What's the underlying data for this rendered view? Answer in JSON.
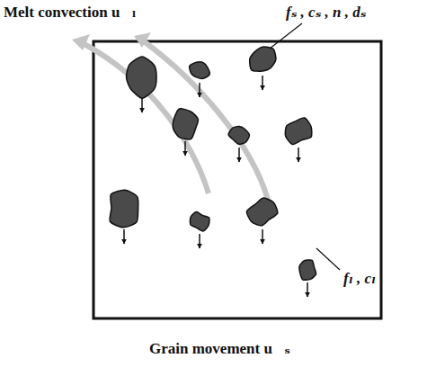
{
  "diagram": {
    "labels": [
      "Melt convection u⃗ₗ",
      "fₛ , cₛ , n , dₛ",
      "fₗ , cₗ",
      "Grain movement u⃗ₛ"
    ]
  }
}
